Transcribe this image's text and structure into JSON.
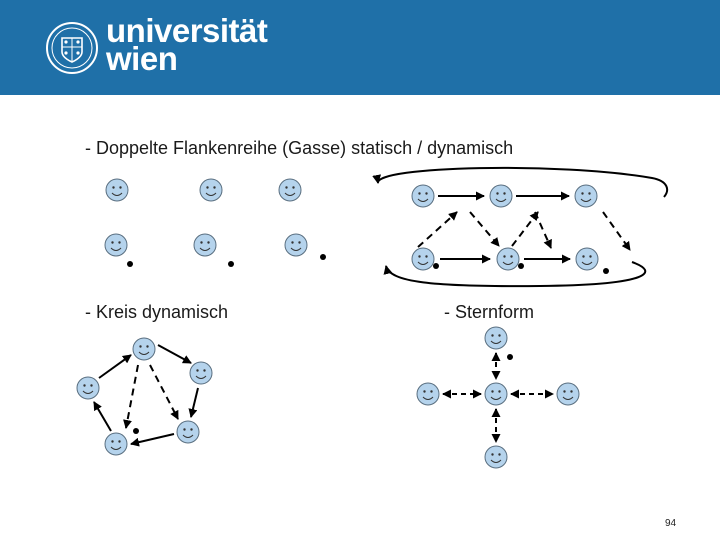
{
  "header": {
    "background": "#1f70a8",
    "brand_line1": "universität",
    "brand_line2": "wien",
    "seal_icon": "university-seal-icon"
  },
  "labels": {
    "gasse": "- Doppelte Flankenreihe (Gasse) statisch  /   dynamisch",
    "kreis": "- Kreis dynamisch",
    "stern": "- Sternform"
  },
  "page_number": "94",
  "colors": {
    "face_fill": "#b5d3ec",
    "face_stroke": "#5a6f80",
    "arrow": "#000000"
  }
}
